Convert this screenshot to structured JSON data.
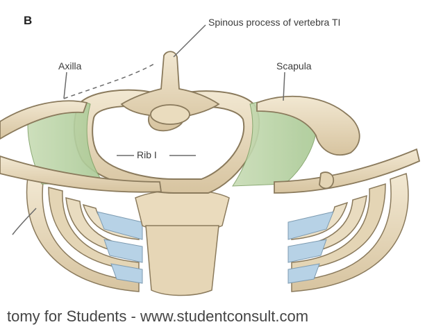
{
  "panel": {
    "letter": "B"
  },
  "labels": {
    "spinous": "Spinous process of vertebra TI",
    "axilla": "Axilla",
    "scapula": "Scapula",
    "rib1": "Rib I"
  },
  "footer": {
    "text": "tomy for Students - www.studentconsult.com"
  },
  "colors": {
    "bone": "#e9dcc0",
    "bone_shadow": "#cdb894",
    "bone_outline": "#8a7a5c",
    "muscle_green": "#b9d3a6",
    "cartilage_blue": "#b7d2e6",
    "leader_line": "#6a6a6a"
  }
}
